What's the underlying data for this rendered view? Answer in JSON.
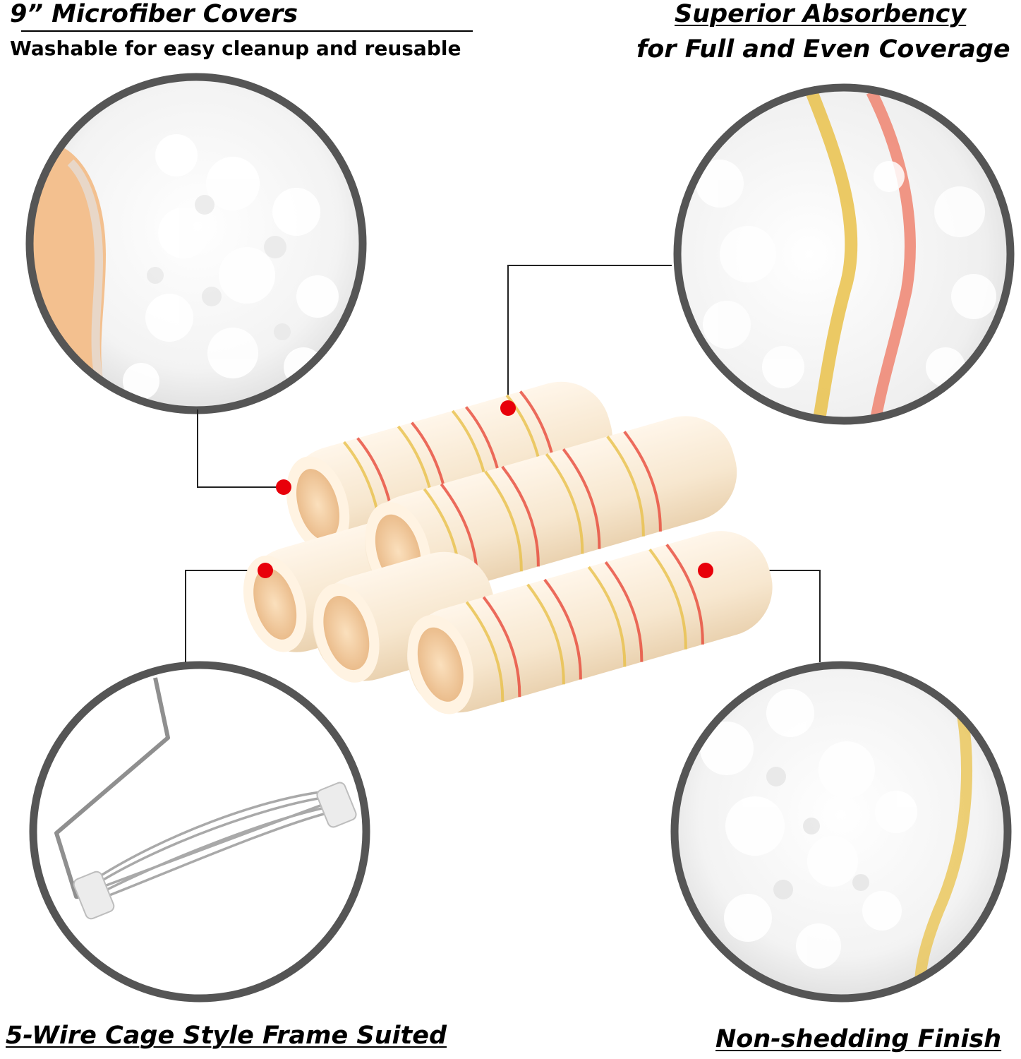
{
  "features": {
    "top_left": {
      "title": "9” Microfiber Covers",
      "subtitle": "Washable for easy cleanup and reusable"
    },
    "top_right": {
      "title": "Superior Absorbency",
      "subtitle": "for Full and Even Coverage"
    },
    "bottom_left": {
      "title": "5-Wire Cage Style Frame Suited"
    },
    "bottom_right": {
      "title": "Non-shedding Finish"
    }
  },
  "colors": {
    "circle_border": "#555555",
    "marker_dot": "#e8000a",
    "stripe_red": "#e8493a",
    "stripe_yellow": "#e9c14a",
    "fiber_white": "#ffffff",
    "core_tan": "#f5c89a"
  }
}
